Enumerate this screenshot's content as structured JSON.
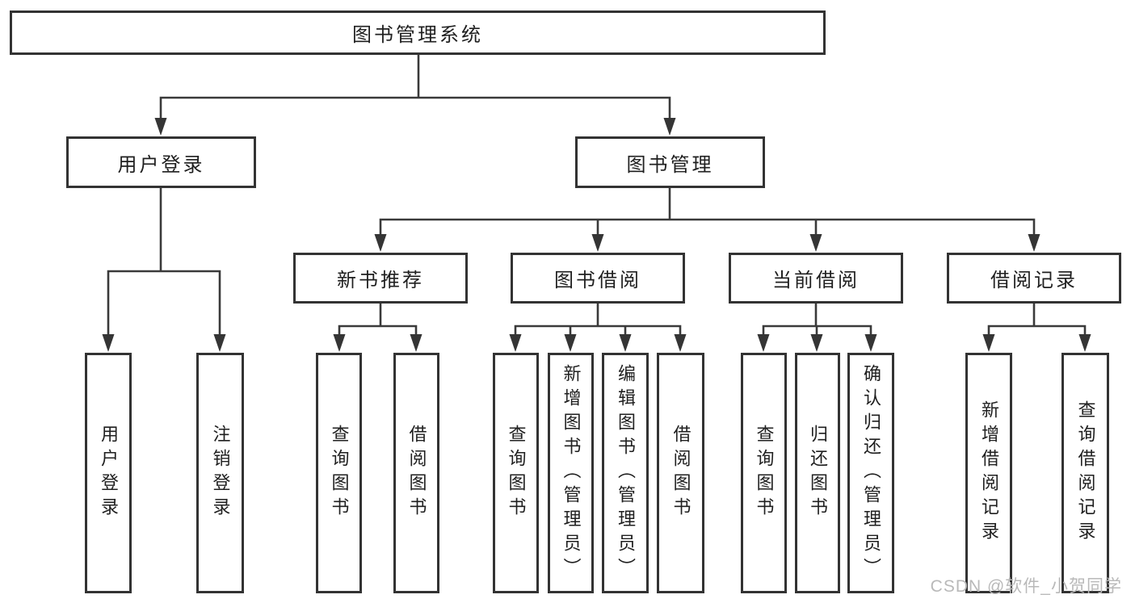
{
  "tree": {
    "root": {
      "label": "图书管理系统"
    },
    "branches": [
      {
        "label": "用户登录",
        "children": [
          {
            "label": "用户登录"
          },
          {
            "label": "注销登录"
          }
        ]
      },
      {
        "label": "图书管理",
        "children": [
          {
            "label": "新书推荐",
            "children": [
              {
                "label": "查询图书"
              },
              {
                "label": "借阅图书"
              }
            ]
          },
          {
            "label": "图书借阅",
            "children": [
              {
                "label": "查询图书"
              },
              {
                "label": "新增图书（管理员）"
              },
              {
                "label": "编辑图书（管理员）"
              },
              {
                "label": "借阅图书"
              }
            ]
          },
          {
            "label": "当前借阅",
            "children": [
              {
                "label": "查询图书"
              },
              {
                "label": "归还图书"
              },
              {
                "label": "确认归还（管理员）"
              }
            ]
          },
          {
            "label": "借阅记录",
            "children": [
              {
                "label": "新增借阅记录"
              },
              {
                "label": "查询借阅记录"
              }
            ]
          }
        ]
      }
    ]
  },
  "watermark": {
    "text": "CSDN @软件_小贺同学"
  },
  "colors": {
    "line": "#3a3a3a",
    "box_border": "#333333",
    "text": "#1f1f1f",
    "watermark": "#b9b9b9",
    "background": "#ffffff"
  }
}
